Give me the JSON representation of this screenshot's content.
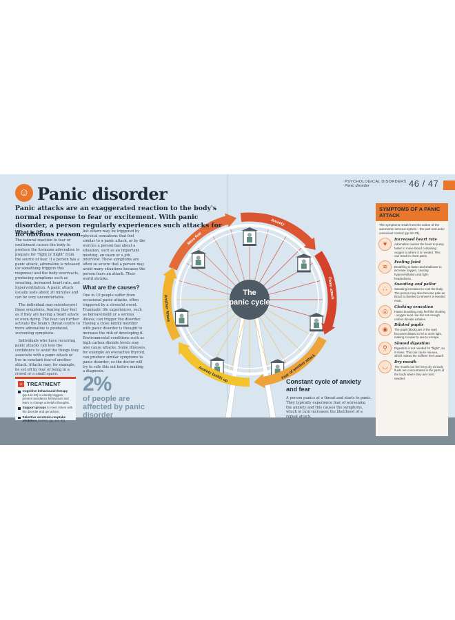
{
  "header": {
    "section": "PSYCHOLOGICAL DISORDERS",
    "subsection": "Panic disorder",
    "pages": "46 / 47"
  },
  "title": "Panic disorder",
  "intro": "Panic attacks are an exaggerated reaction to the body's normal response to fear or excitement. With panic disorder, a person regularly experiences such attacks for no obvious reason.",
  "what_is_it": {
    "heading": "What is it?",
    "paragraphs": [
      "The natural reaction to fear or excitement causes the body to produce the hormone adrenaline to prepare for \"fight or flight\" from the source of fear. If a person has a panic attack, adrenaline is released (or something triggers this response) and the body overreacts, producing symptoms such as sweating, increased heart rate, and hyperventilation. A panic attack usually lasts about 20 minutes and can be very uncomfortable.",
      "The individual may misinterpret these symptoms, fearing they feel as if they are having a heart attack or even dying. The fear can further activate the brain's threat centre to more adrenaline is produced, worsening symptoms.",
      "Individuals who have recurring panic attacks can lose the confidence to avoid the things they associate with a panic attack or live in constant fear of another attack. Attacks may, for example, be set off by fear of being in a crowd or a small space."
    ]
  },
  "causes": {
    "lead": "but others may be triggered by physical sensations that feel similar to a panic attack, or by the worries a person has about a situation, such as an important meeting, an exam or a job interview. These symptoms are often so severe that a person may avoid many situations because the person fears an attack. Their world shrinks.",
    "heading": "What are the causes?",
    "paragraphs": [
      "One in 10 people suffer from occasional panic attacks, often triggered by a stressful event. Traumatic life experiences, such as bereavement or a serious illness, can trigger the disorder. Having a close family member with panic disorder is thought to increase the risk of developing it. Environmental conditions such as high carbon dioxide levels may also cause attacks. Some illnesses, for example an overactive thyroid, can produce similar symptoms to panic disorder, so the doctor will try to rule this out before making a diagnosis."
    ]
  },
  "treatment": {
    "heading": "TREATMENT",
    "items": [
      {
        "name": "Cognitive behavioural therapy",
        "detail": "(pp.142-43) to identify triggers, prevent avoidance behaviours and learn to change unhelpful thoughts."
      },
      {
        "name": "Support groups",
        "detail": "to meet others with the disorder and get advice."
      },
      {
        "name": "Selective serotonin reuptake inhibitors",
        "detail": "(SSRIs) (pp.142-43)."
      }
    ]
  },
  "stat": {
    "value": "2%",
    "text": "of people are affected by panic disorder"
  },
  "wheel": {
    "center_label": "The panic cycle",
    "arrow_labels": [
      "More fear",
      "Anxiety",
      "Panic attack",
      "Fear of another attack",
      "Anxiety builds up",
      "Another Attack"
    ]
  },
  "constant": {
    "heading": "Constant cycle of anxiety and fear",
    "text": "A person panics at a threat and starts to panic. They typically experience fear of worsening the anxiety and this causes the symptoms, which in turn increases the likelihood of a repeat attack."
  },
  "symptoms": {
    "heading": "SYMPTOMS OF A PANIC ATTACK",
    "intro": "The symptoms result from the action of the autonomic nervous system - the part not under conscious control (pp.32-33).",
    "items": [
      {
        "icon": "heart-icon",
        "glyph": "♥",
        "name": "Increased heart rate",
        "desc": "Adrenaline causes the heart to pump faster to move blood containing oxygen to where it is needed. This can result in chest pains."
      },
      {
        "icon": "lungs-icon",
        "glyph": "≋",
        "name": "Feeling faint",
        "desc": "Breathing is faster and shallower to increase oxygen, causing hyperventilation and light-headedness."
      },
      {
        "icon": "sweat-icon",
        "glyph": "∴",
        "name": "Sweating and pallor",
        "desc": "Sweating increases to cool the body. The person may also become pale as blood is diverted to where it is needed most."
      },
      {
        "icon": "choking-icon",
        "glyph": "◎",
        "name": "Choking sensation",
        "desc": "Faster breathing may feel like choking - oxygen level rise but not enough carbon dioxide exhales."
      },
      {
        "icon": "eye-icon",
        "glyph": "◉",
        "name": "Dilated pupils",
        "desc": "The pupil (black part of the eye) becomes dilated to let in more light, making it easier to see to escape."
      },
      {
        "icon": "stomach-icon",
        "glyph": "⚲",
        "name": "Slowed digestion",
        "desc": "Digestion is not needed for \"flight\", so it slows. This can cause nausea, which makes the sufferer feel unwell."
      },
      {
        "icon": "mouth-icon",
        "glyph": "◡",
        "name": "Dry mouth",
        "desc": "The mouth can feel very dry as body fluids are concentrated in the parts of the body where they are most needed."
      }
    ]
  },
  "colors": {
    "orange": "#e8772c",
    "red": "#d84a2b",
    "yellow": "#f3c22c",
    "background": "#d9e6f0",
    "dark": "#1e2a36"
  }
}
